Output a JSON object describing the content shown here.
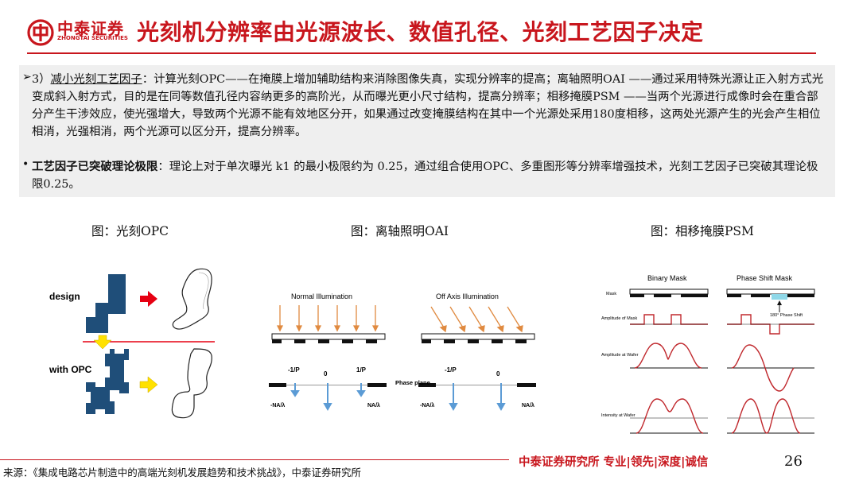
{
  "header": {
    "logo_cn": "中泰证券",
    "logo_en": "ZHONGTAI SECURITIES",
    "title": "光刻机分辨率由光源波长、数值孔径、光刻工艺因子决定"
  },
  "body": {
    "bullet1_marker": "➢",
    "bullet1_prefix": "3）",
    "bullet1_label": "减小光刻工艺因子",
    "bullet1_text": "：计算光刻OPC——在掩膜上增加辅助结构来消除图像失真，实现分辨率的提高；离轴照明OAI ——通过采用特殊光源让正入射方式光变成斜入射方式，目的是在同等数值孔径内容纳更多的高阶光，从而曝光更小尺寸结构，提高分辨率；相移掩膜PSM ——当两个光源进行成像时会在重合部分产生干涉效应，使光强增大，导致两个光源不能有效地区分开，如果通过改变掩膜结构在其中一个光源处采用180度相移，这两处光源产生的光会产生相位相消，光强相消，两个光源可以区分开，提高分辨率。",
    "bullet2_marker": "•",
    "bullet2_label": "工艺因子已突破理论极限",
    "bullet2_text": "：理论上对于单次曝光 k1 的最小极限约为 0.25，通过组合使用OPC、多重图形等分辨率增强技术，光刻工艺因子已突破其理论极限0.25。"
  },
  "figures": {
    "fig1_caption": "图：光刻OPC",
    "fig2_caption": "图：离轴照明OAI",
    "fig3_caption": "图：相移掩膜PSM",
    "opc": {
      "design_label": "design",
      "with_opc_label": "with OPC"
    },
    "oai": {
      "normal_label": "Normal Illumination",
      "offaxis_label": "Off Axis Illumination",
      "phase_plane_label": "Phase plane",
      "minus_one_over_p": "-1/P",
      "zero": "0",
      "one_over_p": "1/P",
      "na_lambda": "NA/λ",
      "minus_na_lambda": "-NA/λ"
    },
    "psm": {
      "binary_label": "Binary Mask",
      "phase_shift_label": "Phase Shift Mask",
      "mask_row": "Mask",
      "amp_mask_row": "Amplitude of Mask",
      "amp_wafer_row": "Amplitude at Wafer",
      "intensity_row": "Intensity at Wafer",
      "phase_shift_note": "180° Phase Shift"
    }
  },
  "footer": {
    "source": "来源：《集成电路芯片制造中的高端光刻机发展趋势和技术挑战》，中泰证券研究所",
    "brand": "中泰证券研究所 专业|领先|深度|诚信",
    "page": "26"
  },
  "colors": {
    "brand_red": "#c8161d",
    "navy": "#1f4e79",
    "arrow_red": "#e60012",
    "arrow_yellow": "#ffe100",
    "psm_red": "#c0282d",
    "cyan": "#8fd8e8"
  }
}
